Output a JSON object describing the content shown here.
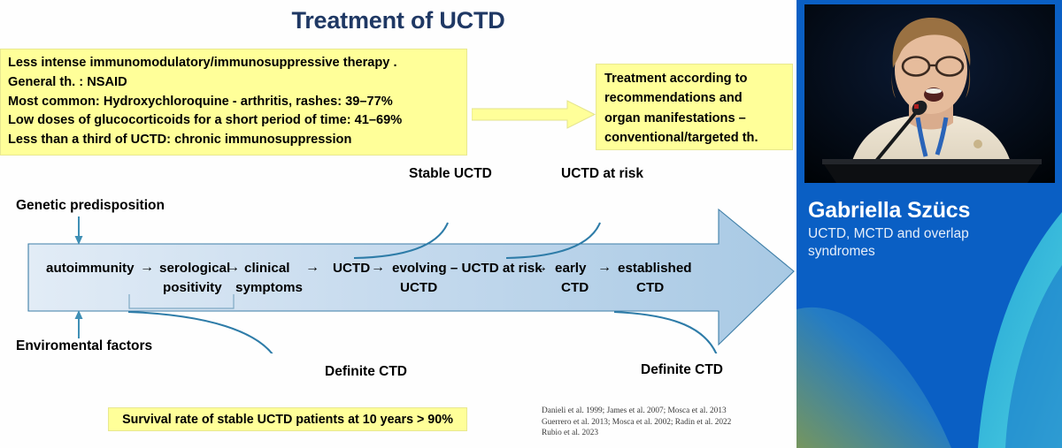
{
  "slide": {
    "title": "Treatment of UCTD",
    "title_color": "#1f3864",
    "treatment_box": {
      "lines": [
        "Less intense immunomodulatory/immunosuppressive therapy .",
        "General th. : NSAID",
        "Most common: Hydroxychloroquine - arthritis, rashes: 39–77%",
        "Low doses of glucocorticoids for a short period of time: 41–69%",
        "Less than a third of UCTD: chronic immunosuppression"
      ],
      "fill_color": "#ffff99"
    },
    "recommendation_box": {
      "lines": [
        "Treatment according to",
        "recommendations and",
        "organ manifestations –",
        "conventional/targeted th."
      ],
      "fill_color": "#ffff99"
    },
    "connector_arrow": "yellow-right-arrow",
    "labels": {
      "stable_uctd": "Stable UCTD",
      "uctd_at_risk": "UCTD at risk",
      "genetic_predisposition": "Genetic predisposition",
      "environmental_factors": "Enviromental factors",
      "definite_ctd_left": "Definite CTD",
      "definite_ctd_right": "Definite CTD"
    },
    "flow": {
      "accent_color": "#2e7ca8",
      "arrow_fill": "#bcd4e8",
      "steps": [
        {
          "top": "autoimmunity",
          "bottom": ""
        },
        {
          "top": "serological",
          "bottom": "positivity"
        },
        {
          "top": "clinical",
          "bottom": "symptoms"
        },
        {
          "top": "UCTD",
          "bottom": ""
        },
        {
          "top": "evolving – UCTD at risk",
          "bottom": "UCTD"
        },
        {
          "top": "early",
          "bottom": "CTD"
        },
        {
          "top": "established",
          "bottom": "CTD"
        }
      ],
      "separator": "→"
    },
    "survival_box": {
      "text": "Survival rate of stable UCTD patients at 10 years > 90%",
      "fill_color": "#ffff99"
    },
    "references": [
      "Danieli et al. 1999; James et al. 2007; Mosca et al. 2013",
      "Guerrero et al. 2013; Mosca et al. 2002; Radin et al. 2022",
      "Rubio et al. 2023"
    ]
  },
  "panel": {
    "background_color": "#0a5fc4",
    "speaker_name": "Gabriella Szücs",
    "speaker_topic": "UCTD, MCTD and overlap syndromes",
    "video_label": "speaker-video-still"
  }
}
